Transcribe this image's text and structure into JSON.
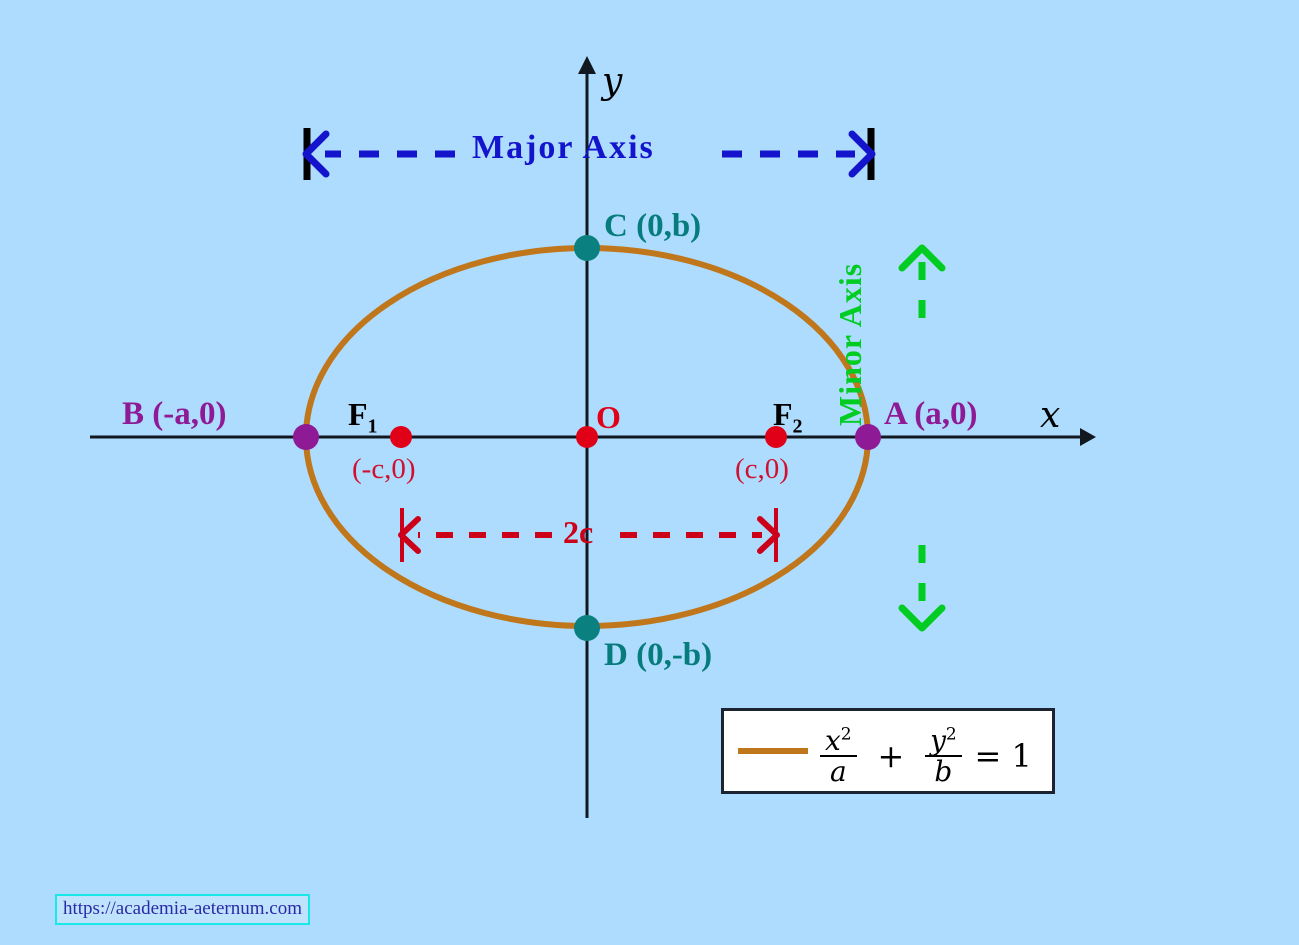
{
  "figure": {
    "title": "Ellipse with major and minor axes, foci and vertices",
    "background_color": "#ADDCFF",
    "ellipse_color": "#C0761A",
    "axis_color": "#111820"
  },
  "axes": {
    "x_label": "x",
    "y_label": "y"
  },
  "annotations": {
    "major_axis": "Major Axis",
    "major_axis_color": "#1414CC",
    "minor_axis": "Minor Axis",
    "minor_axis_color": "#00CC22",
    "focal_distance": "2c",
    "focal_distance_color": "#CC0018"
  },
  "points": {
    "origin": {
      "label": "O",
      "color": "#E00018"
    },
    "vertex_left": {
      "label": "B  (-a,0)",
      "color": "#8E1A96"
    },
    "vertex_right": {
      "label": "A  (a,0)",
      "color": "#8E1A96"
    },
    "covertex_top": {
      "label": "C  (0,b)",
      "color": "#067C7C"
    },
    "covertex_bottom": {
      "label": "D  (0,-b)",
      "color": "#067C7C"
    },
    "focus_left": {
      "label": "F",
      "subscript": "1",
      "coordinates": "(-c,0)",
      "color": "#D11030"
    },
    "focus_right": {
      "label": "F",
      "subscript": "2",
      "coordinates": "(c,0)",
      "color": "#D11030"
    }
  },
  "legend": {
    "equation_numerator_1": "x",
    "equation_exponent_1": "2",
    "equation_denominator_1": "a",
    "equation_operator": "+",
    "equation_numerator_2": "y",
    "equation_exponent_2": "2",
    "equation_denominator_2": "b",
    "equation_rhs": "= 1",
    "swatch_color": "#C0761A"
  },
  "watermark": {
    "text": "https://academia-aeternum.com"
  },
  "chart_data": {
    "type": "scatter",
    "title": "Ellipse with major and minor axes, foci and vertices",
    "xlabel": "x",
    "ylabel": "y",
    "ellipse": {
      "center": [
        0,
        0
      ],
      "semi_major_a": 1.0,
      "semi_minor_b": 0.665,
      "equation": "x^2/a + y^2/b = 1"
    },
    "labeled_points": [
      {
        "name": "O",
        "label": "O",
        "x": 0,
        "y": 0,
        "color": "#E00018"
      },
      {
        "name": "B",
        "label": "B  (-a,0)",
        "x": -1.0,
        "y": 0,
        "color": "#8E1A96"
      },
      {
        "name": "A",
        "label": "A  (a,0)",
        "x": 1.0,
        "y": 0,
        "color": "#8E1A96"
      },
      {
        "name": "C",
        "label": "C  (0,b)",
        "x": 0,
        "y": 0.665,
        "color": "#067C7C"
      },
      {
        "name": "D",
        "label": "D  (0,-b)",
        "x": 0,
        "y": -0.665,
        "color": "#067C7C"
      },
      {
        "name": "F1",
        "label": "F1 (-c,0)",
        "x": -0.33,
        "y": 0,
        "color": "#D11030"
      },
      {
        "name": "F2",
        "label": "F2 (c,0)",
        "x": 0.33,
        "y": 0,
        "color": "#D11030"
      }
    ],
    "measures": [
      {
        "name": "Major Axis",
        "from": [
          -1.0,
          0
        ],
        "to": [
          1.0,
          0
        ],
        "color": "#1414CC"
      },
      {
        "name": "Minor Axis",
        "from": [
          0,
          -0.665
        ],
        "to": [
          0,
          0.665
        ],
        "color": "#00CC22"
      },
      {
        "name": "2c",
        "from": [
          -0.33,
          0
        ],
        "to": [
          0.33,
          0
        ],
        "color": "#CC0018"
      }
    ],
    "xlim": [
      -1.75,
      1.75
    ],
    "ylim": [
      -1.35,
      1.35
    ],
    "grid": false,
    "legend": {
      "position": "lower right",
      "entries": [
        "x^2/a + y^2/b = 1"
      ]
    }
  }
}
